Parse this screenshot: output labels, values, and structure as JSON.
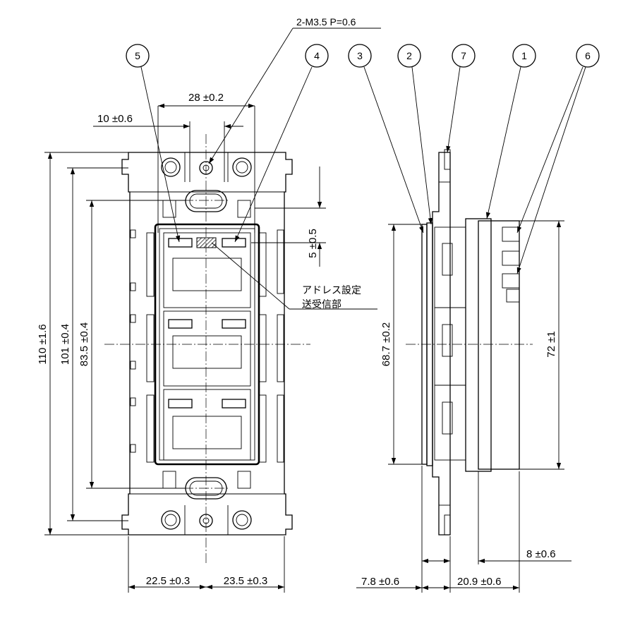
{
  "diagram": {
    "thread_spec": "2-M3.5 P=0.6",
    "japanese_note": [
      "アドレス設定",
      "送受信部"
    ],
    "part_numbers": [
      "5",
      "4",
      "3",
      "2",
      "7",
      "1",
      "6"
    ],
    "dimensions": {
      "screw_pitch": "28 ±0.2",
      "screw_offset": "10 ±0.6",
      "height_overall": "110 ±1.6",
      "height_plate": "101 ±0.4",
      "height_opening": "83.5 ±0.4",
      "sensor_height": "5 ±0.5",
      "width_left": "22.5 ±0.3",
      "width_right": "23.5 ±0.3",
      "side_height": "68.7 ±0.2",
      "side_body_height": "72 ±1",
      "depth_front": "7.8 ±0.6",
      "depth_body": "20.9 ±0.6",
      "depth_back": "8 ±0.6"
    }
  }
}
